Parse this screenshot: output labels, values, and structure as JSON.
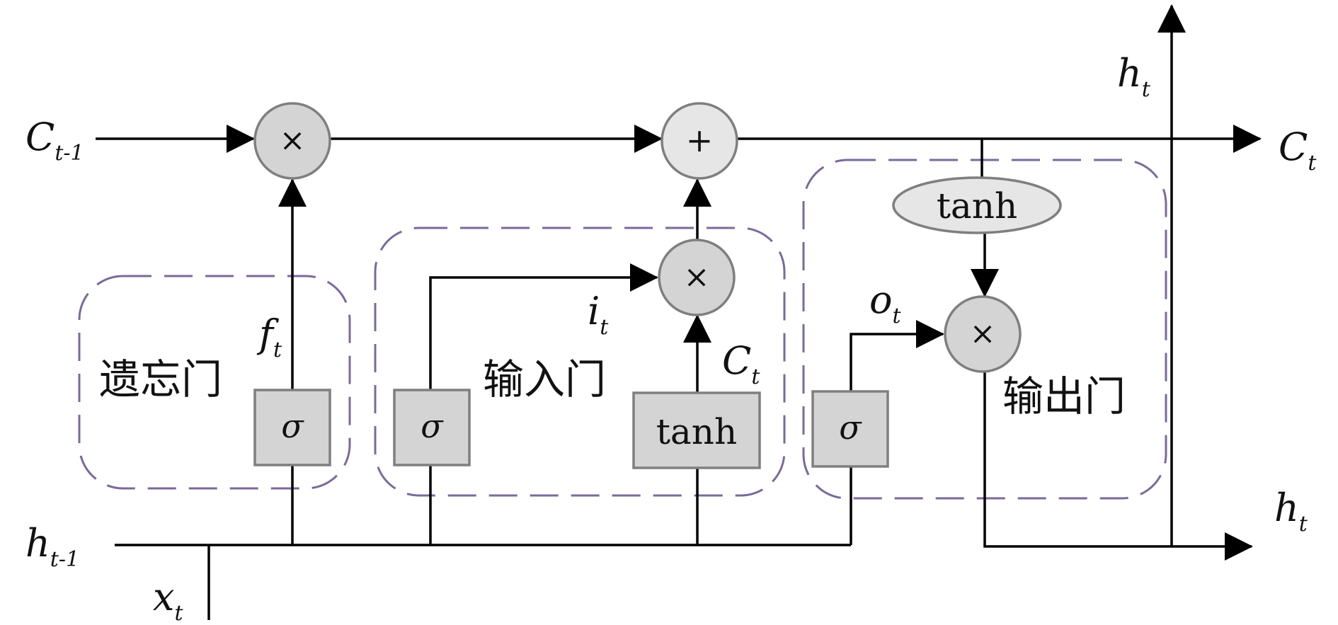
{
  "inputs": {
    "c_prev": {
      "main": "C",
      "sub": "t-1"
    },
    "h_prev": {
      "main": "h",
      "sub": "t-1"
    },
    "x": {
      "main": "x",
      "sub": "t"
    }
  },
  "outputs": {
    "c_out": {
      "main": "C",
      "sub": "t"
    },
    "h_up": {
      "main": "h",
      "sub": "t"
    },
    "h_right": {
      "main": "h",
      "sub": "t"
    }
  },
  "operators": {
    "multiply": "×",
    "add": "+"
  },
  "activations": {
    "sigma": "σ",
    "tanh": "tanh"
  },
  "signals": {
    "f": {
      "main": "f",
      "sub": "t"
    },
    "i": {
      "main": "i",
      "sub": "t"
    },
    "c_tilde": {
      "main": "C",
      "sub": "t"
    },
    "o": {
      "main": "o",
      "sub": "t"
    }
  },
  "gates": {
    "forget": "遗忘门",
    "input": "输入门",
    "output": "输出门"
  },
  "colors": {
    "gate_border": "#7a6a9a",
    "node_fill": "#d4d4d4",
    "add_fill": "#e6e6e6",
    "node_stroke": "#7f7f7f",
    "line": "#000000"
  }
}
